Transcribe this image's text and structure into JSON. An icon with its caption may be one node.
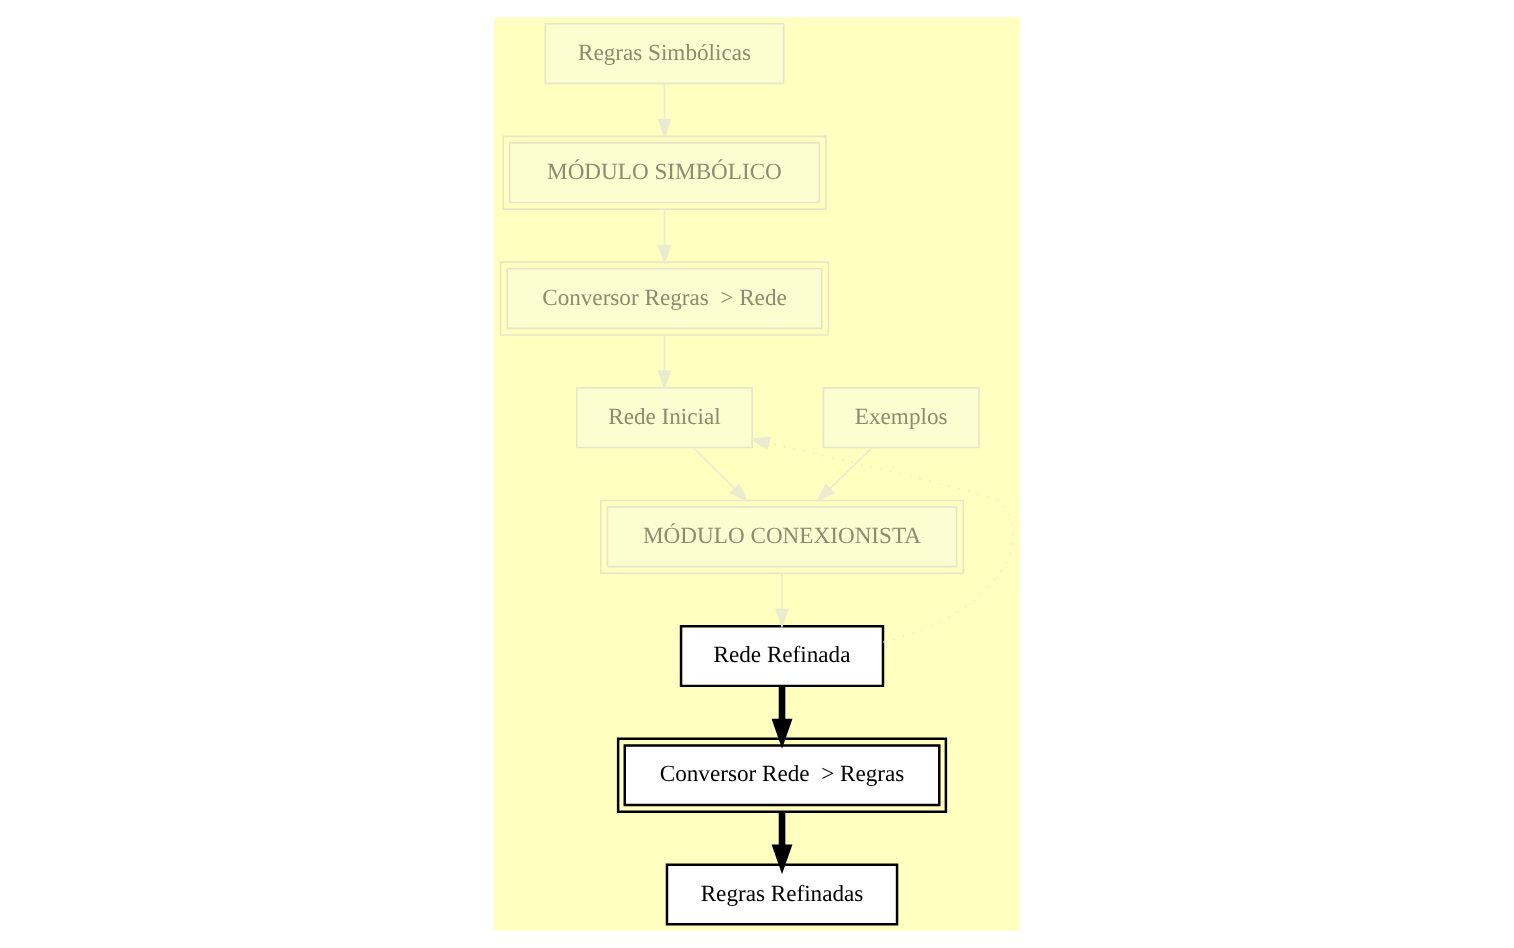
{
  "diagram": {
    "nodes": [
      {
        "text": [
          "Regras Simbólicas"
        ]
      },
      {
        "text": [
          "MÓDULO SIMBÓLICO"
        ]
      },
      {
        "text": [
          "Conversor Regras  > Rede"
        ]
      },
      {
        "text": [
          "Rede Inicial"
        ]
      },
      {
        "text": [
          "MÓDULO CONEXIONISTA"
        ]
      },
      {
        "text": [
          "Exemplos"
        ]
      },
      {
        "text": [
          "Rede Refinada"
        ]
      },
      {
        "text": [
          "Conversor Rede  > Regras"
        ]
      },
      {
        "text": [
          "Regras Refinadas"
        ]
      }
    ],
    "edges": [
      {
        "from": 0,
        "to": 1,
        "arrow": "to"
      },
      {
        "from": 1,
        "to": 2,
        "arrow": "to"
      },
      {
        "from": 2,
        "to": 3,
        "arrow": "to"
      },
      {
        "from": 3,
        "to": 4,
        "arrow": "to"
      },
      {
        "from": 5,
        "to": 4,
        "arrow": "to"
      },
      {
        "from": 4,
        "to": 6,
        "arrow": "to"
      },
      {
        "from": 6,
        "to": 3,
        "arrow": "to",
        "style": "dashed"
      },
      {
        "from": 6,
        "to": 7,
        "arrow": "to",
        "style": "thick",
        "color": "#000000"
      },
      {
        "from": 7,
        "to": 8,
        "arrow": "to",
        "style": "thick",
        "color": "#000000"
      }
    ]
  }
}
